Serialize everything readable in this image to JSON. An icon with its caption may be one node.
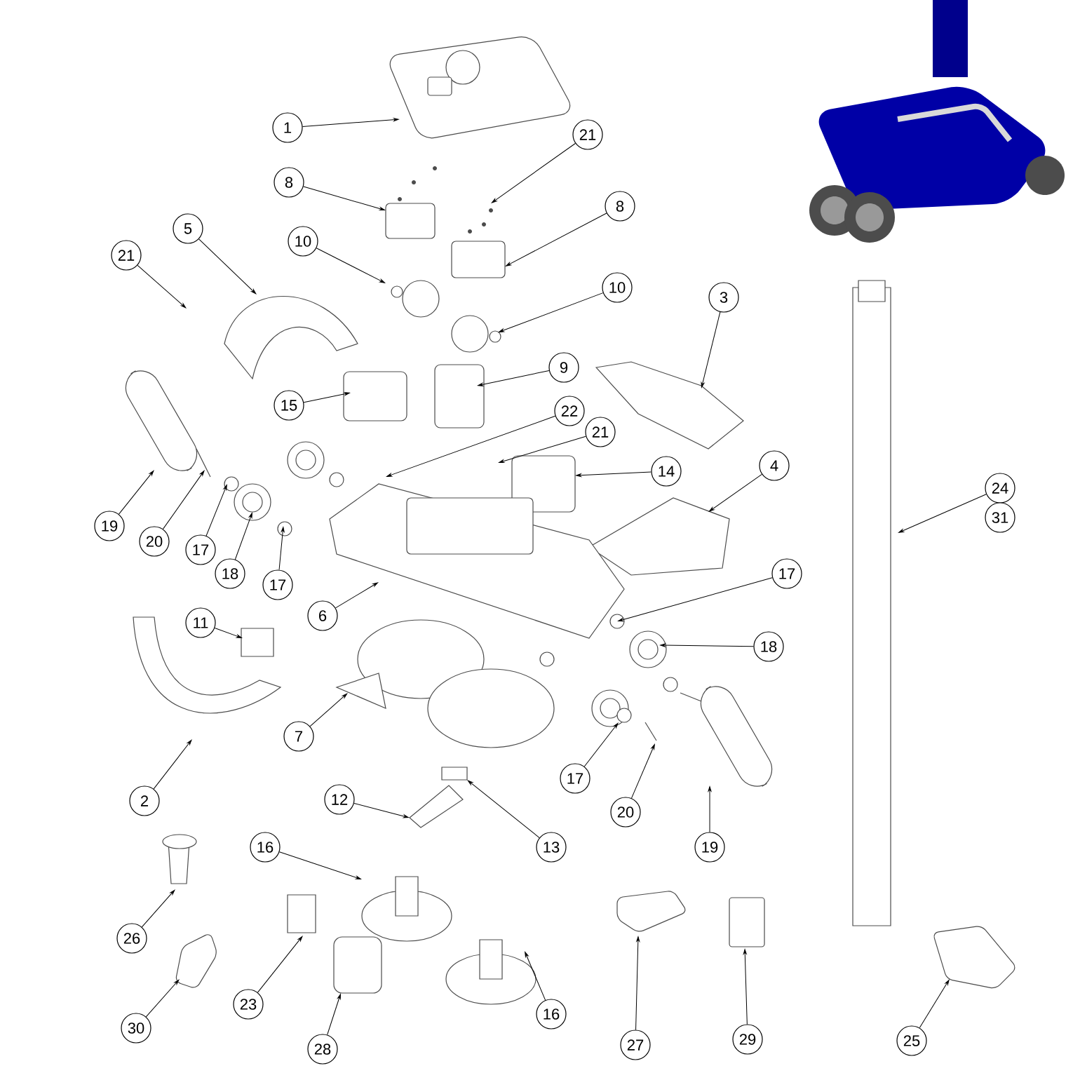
{
  "diagram": {
    "nodes": [
      {
        "text": [
          "1"
        ]
      },
      {
        "text": [
          "21"
        ]
      },
      {
        "text": [
          "8"
        ]
      },
      {
        "text": [
          "8"
        ]
      },
      {
        "text": [
          "21"
        ]
      },
      {
        "text": [
          "5"
        ]
      },
      {
        "text": [
          "10"
        ]
      },
      {
        "text": [
          "10"
        ]
      },
      {
        "text": [
          "3"
        ]
      },
      {
        "text": [
          "9"
        ]
      },
      {
        "text": [
          "15"
        ]
      },
      {
        "text": [
          "22"
        ]
      },
      {
        "text": [
          "21"
        ]
      },
      {
        "text": [
          "14"
        ]
      },
      {
        "text": [
          "4"
        ]
      },
      {
        "text": [
          "24"
        ]
      },
      {
        "text": [
          "31"
        ]
      },
      {
        "text": [
          "19"
        ]
      },
      {
        "text": [
          "20"
        ]
      },
      {
        "text": [
          "17"
        ]
      },
      {
        "text": [
          "18"
        ]
      },
      {
        "text": [
          "17"
        ]
      },
      {
        "text": [
          "17"
        ]
      },
      {
        "text": [
          "6"
        ]
      },
      {
        "text": [
          "11"
        ]
      },
      {
        "text": [
          "18"
        ]
      },
      {
        "text": [
          "7"
        ]
      },
      {
        "text": [
          "17"
        ]
      },
      {
        "text": [
          "2"
        ]
      },
      {
        "text": [
          "12"
        ]
      },
      {
        "text": [
          "20"
        ]
      },
      {
        "text": [
          "13"
        ]
      },
      {
        "text": [
          "19"
        ]
      },
      {
        "text": [
          "16"
        ]
      },
      {
        "text": [
          "26"
        ]
      },
      {
        "text": [
          "16"
        ]
      },
      {
        "text": [
          "23"
        ]
      },
      {
        "text": [
          "30"
        ]
      },
      {
        "text": [
          "28"
        ]
      },
      {
        "text": [
          "27"
        ]
      },
      {
        "text": [
          "29"
        ]
      },
      {
        "text": [
          "25"
        ]
      }
    ],
    "edges": [
      {
        "from": 0,
        "to": null,
        "arrow": "to"
      },
      {
        "from": 1,
        "to": null,
        "arrow": "to"
      },
      {
        "from": 2,
        "to": null,
        "arrow": "to"
      },
      {
        "from": 3,
        "to": null,
        "arrow": "to"
      },
      {
        "from": 4,
        "to": null,
        "arrow": "to"
      },
      {
        "from": 5,
        "to": null,
        "arrow": "to"
      },
      {
        "from": 6,
        "to": null,
        "arrow": "to"
      },
      {
        "from": 7,
        "to": null,
        "arrow": "to"
      },
      {
        "from": 8,
        "to": null,
        "arrow": "to"
      },
      {
        "from": 9,
        "to": null,
        "arrow": "to"
      },
      {
        "from": 10,
        "to": null,
        "arrow": "to"
      },
      {
        "from": 11,
        "to": null,
        "arrow": "to"
      },
      {
        "from": 12,
        "to": null,
        "arrow": "to"
      },
      {
        "from": 13,
        "to": null,
        "arrow": "to"
      },
      {
        "from": 14,
        "to": null,
        "arrow": "to"
      },
      {
        "from": 15,
        "to": null,
        "arrow": "to"
      },
      {
        "from": 17,
        "to": null,
        "arrow": "to"
      },
      {
        "from": 18,
        "to": null,
        "arrow": "to"
      },
      {
        "from": 19,
        "to": null,
        "arrow": "to"
      },
      {
        "from": 20,
        "to": null,
        "arrow": "to"
      },
      {
        "from": 21,
        "to": null,
        "arrow": "to"
      },
      {
        "from": 22,
        "to": null,
        "arrow": "to"
      },
      {
        "from": 23,
        "to": null,
        "arrow": "to"
      },
      {
        "from": 24,
        "to": null,
        "arrow": "to"
      },
      {
        "from": 25,
        "to": null,
        "arrow": "to"
      },
      {
        "from": 26,
        "to": null,
        "arrow": "to"
      },
      {
        "from": 27,
        "to": null,
        "arrow": "to"
      },
      {
        "from": 28,
        "to": null,
        "arrow": "to"
      },
      {
        "from": 29,
        "to": null,
        "arrow": "to"
      },
      {
        "from": 30,
        "to": null,
        "arrow": "to"
      },
      {
        "from": 31,
        "to": null,
        "arrow": "to"
      },
      {
        "from": 32,
        "to": null,
        "arrow": "to"
      },
      {
        "from": 33,
        "to": null,
        "arrow": "to"
      },
      {
        "from": 34,
        "to": null,
        "arrow": "to"
      },
      {
        "from": 35,
        "to": null,
        "arrow": "to"
      },
      {
        "from": 36,
        "to": null,
        "arrow": "to"
      },
      {
        "from": 37,
        "to": null,
        "arrow": "to"
      },
      {
        "from": 38,
        "to": null,
        "arrow": "to"
      },
      {
        "from": 39,
        "to": null,
        "arrow": "to"
      },
      {
        "from": 40,
        "to": null,
        "arrow": "to"
      },
      {
        "from": 41,
        "to": null,
        "arrow": "to"
      }
    ]
  }
}
